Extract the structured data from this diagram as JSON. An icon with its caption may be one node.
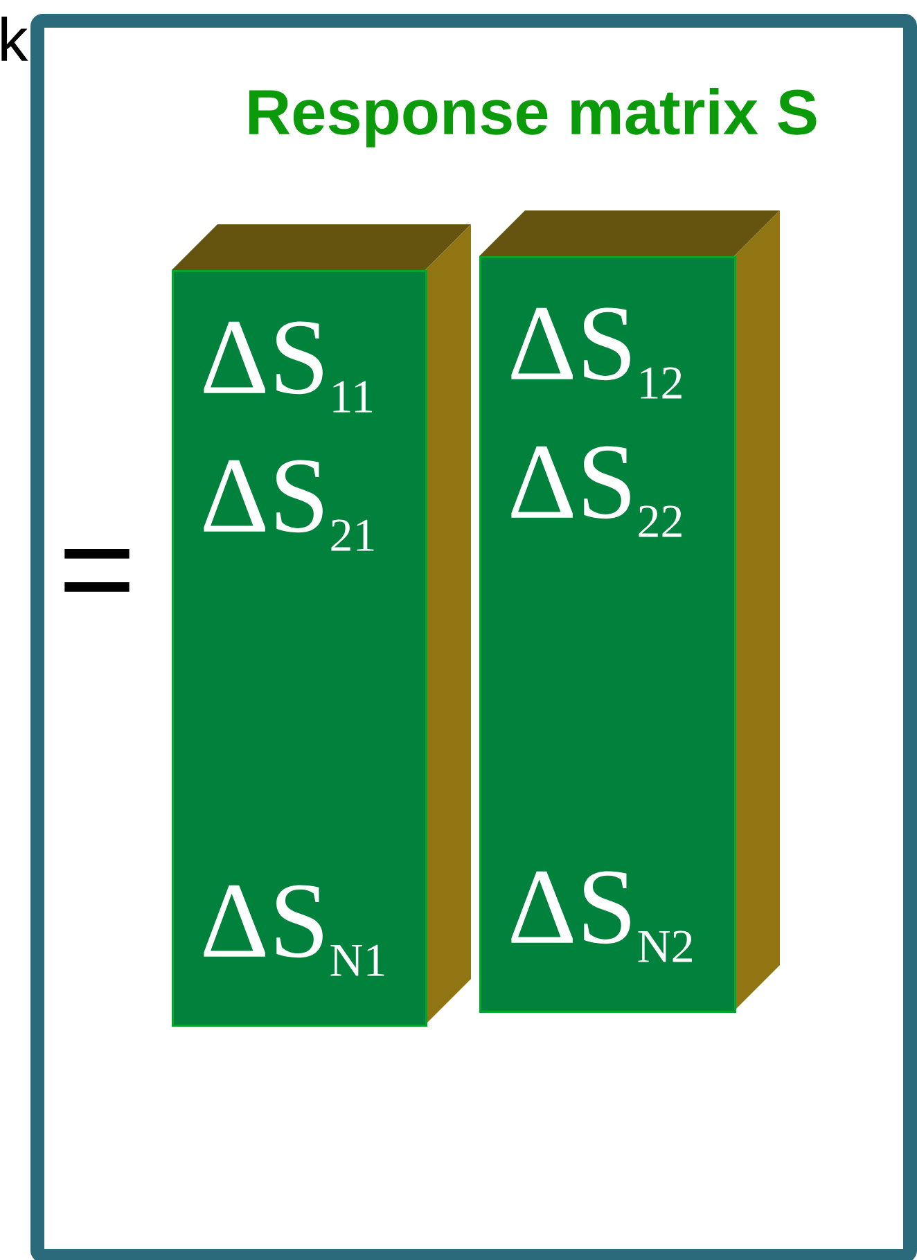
{
  "diagram": {
    "title": "Response matrix S",
    "nodes": [
      {
        "text": [],
        "shape": "box"
      },
      {
        "text": [
          "ΔS$_{11}$",
          "ΔS$_{21}$",
          "ΔS$_{N1}$"
        ],
        "in": 0
      },
      {
        "text": [
          "ΔS$_{12}$",
          "ΔS$_{22}$",
          "ΔS$_{N2}$"
        ],
        "in": 0
      }
    ],
    "labels": [
      "k",
      "="
    ]
  }
}
